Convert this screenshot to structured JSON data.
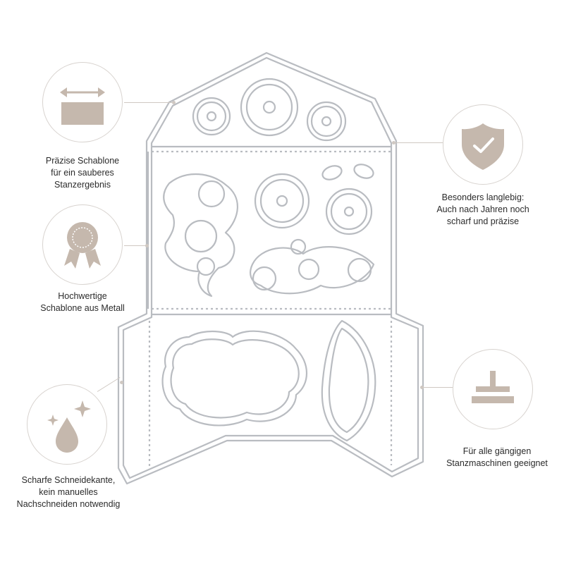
{
  "features": {
    "precise": {
      "line1": "Präzise Schablone",
      "line2": "für ein sauberes",
      "line3": "Stanzergebnis",
      "icon": "arrow-width-icon"
    },
    "metal": {
      "line1": "Hochwertige",
      "line2": "Schablone aus Metall",
      "icon": "quality-badge-icon"
    },
    "sharp": {
      "line1": "Scharfe Schneidekante,",
      "line2": "kein manuelles",
      "line3": "Nachschneiden notwendig",
      "icon": "sparkle-drop-icon"
    },
    "durable": {
      "line1": "Besonders langlebig:",
      "line2": "Auch nach Jahren noch",
      "line3": "scharf und präzise",
      "icon": "shield-check-icon"
    },
    "machines": {
      "line1": "Für alle gängigen",
      "line2": "Stanzmaschinen geeignet",
      "icon": "press-machine-icon"
    }
  },
  "colors": {
    "icon": "#c5b8ad",
    "line": "#cfc8c2",
    "die": "#b9bcc1"
  }
}
